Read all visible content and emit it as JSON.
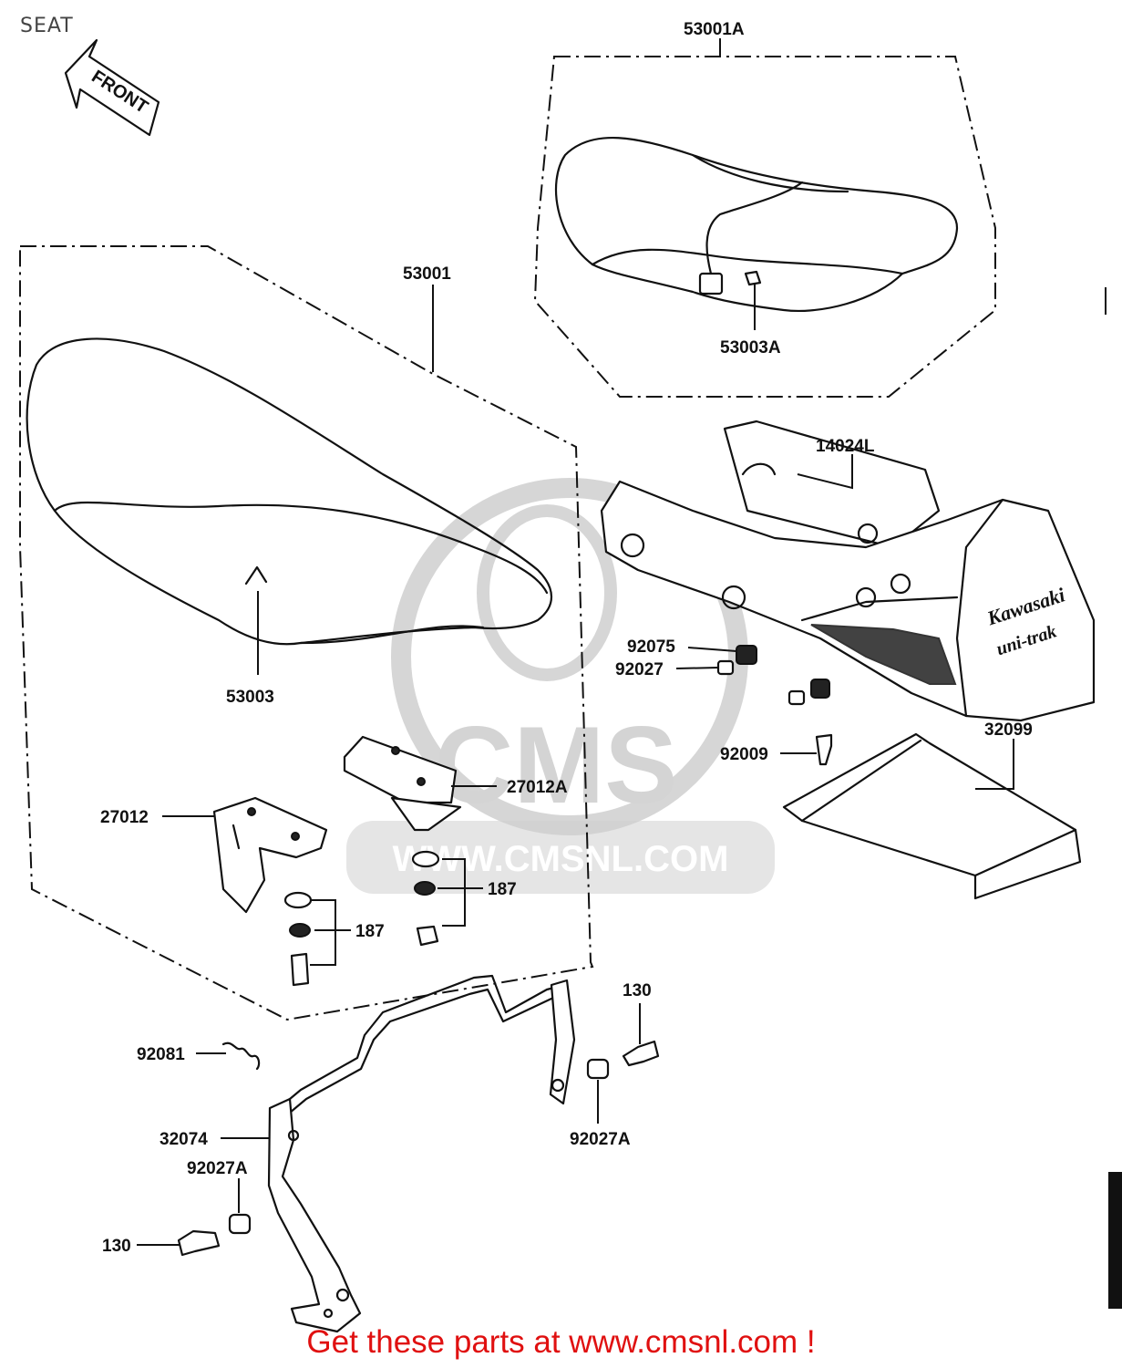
{
  "header": {
    "title": "SEAT"
  },
  "front_arrow": {
    "label": "FRONT"
  },
  "watermark": {
    "logo_text": "CMS",
    "url_text": "WWW.CMSNL.COM"
  },
  "parts": [
    {
      "id": "p1",
      "number": "53001A"
    },
    {
      "id": "p2",
      "number": "53001"
    },
    {
      "id": "p3",
      "number": "53003A"
    },
    {
      "id": "p4",
      "number": "53003"
    },
    {
      "id": "p5",
      "number": "14024L"
    },
    {
      "id": "p6",
      "number": "92075"
    },
    {
      "id": "p7",
      "number": "92027"
    },
    {
      "id": "p8",
      "number": "32099"
    },
    {
      "id": "p9",
      "number": "92009"
    },
    {
      "id": "p10",
      "number": "27012A"
    },
    {
      "id": "p11",
      "number": "27012"
    },
    {
      "id": "p12",
      "number": "187"
    },
    {
      "id": "p13",
      "number": "187"
    },
    {
      "id": "p14",
      "number": "130"
    },
    {
      "id": "p15",
      "number": "92081"
    },
    {
      "id": "p16",
      "number": "32074"
    },
    {
      "id": "p17",
      "number": "92027A"
    },
    {
      "id": "p18",
      "number": "92027A"
    },
    {
      "id": "p19",
      "number": "130"
    }
  ],
  "tail_brand": {
    "line1": "Kawasaki",
    "line2": "uni-trak"
  },
  "footer": {
    "text": "Get these parts at www.cmsnl.com !"
  },
  "colors": {
    "footer_text": "#e01010",
    "line_art": "#111111",
    "watermark": "#cfcfcf"
  }
}
